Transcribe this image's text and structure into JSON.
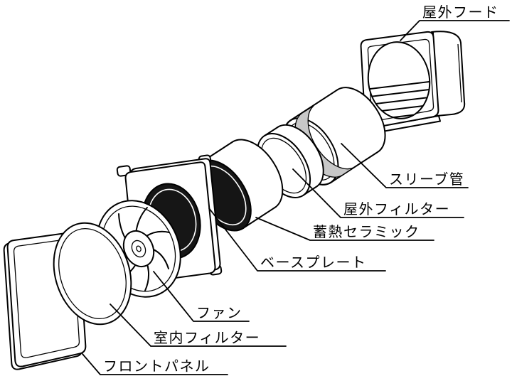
{
  "figure": {
    "type": "exploded-view-diagram",
    "subject": "pipe ventilation fan unit",
    "background_color": "#ffffff",
    "line_color": "#000000",
    "ceramic_face_color": "#151515",
    "sleeve_band_color": "#c8c8c8"
  },
  "labels": {
    "outdoor_hood": "屋外フード",
    "sleeve_pipe": "スリーブ管",
    "outdoor_filter": "屋外フィルター",
    "heat_storage_ceramic": "蓄熱セラミック",
    "base_plate": "ベースプレート",
    "fan": "ファン",
    "indoor_filter": "室内フィルター",
    "front_panel": "フロントパネル"
  }
}
